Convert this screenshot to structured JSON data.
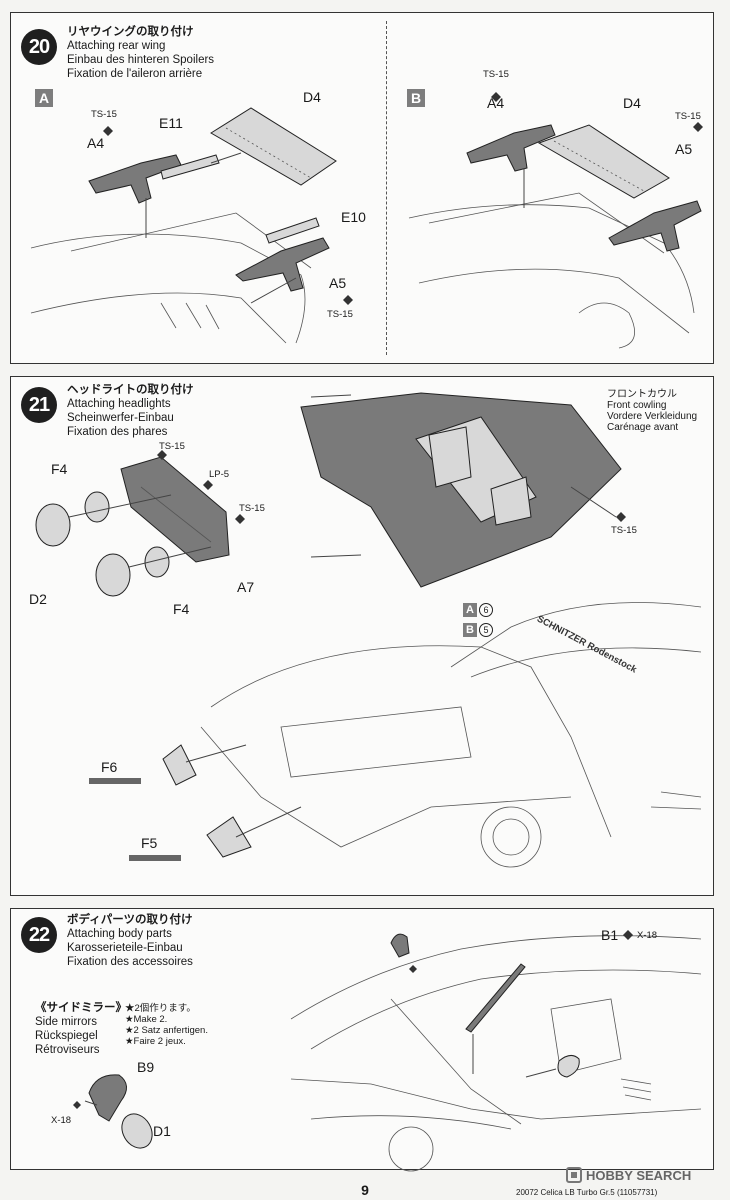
{
  "step20": {
    "number": "20",
    "title_jp": "リヤウイングの取り付け",
    "title_en": "Attaching rear wing",
    "title_de": "Einbau des hinteren Spoilers",
    "title_fr": "Fixation de l'aileron arrière",
    "box_a": "A",
    "box_b": "B",
    "labels_a": {
      "ts15_top": "TS-15",
      "a4": "A4",
      "e11": "E11",
      "d4": "D4",
      "e10": "E10",
      "a5": "A5",
      "ts15_bottom": "TS-15"
    },
    "labels_b": {
      "ts15_top": "TS-15",
      "a4": "A4",
      "d4": "D4",
      "ts15_right": "TS-15",
      "a5": "A5"
    }
  },
  "step21": {
    "number": "21",
    "title_jp": "ヘッドライトの取り付け",
    "title_en": "Attaching headlights",
    "title_de": "Scheinwerfer-Einbau",
    "title_fr": "Fixation des phares",
    "labels": {
      "f4_top": "F4",
      "ts15_a": "TS-15",
      "lp5": "LP-5",
      "ts15_b": "TS-15",
      "d2": "D2",
      "a7": "A7",
      "f4_bottom": "F4",
      "front_cowling_jp": "フロントカウル",
      "front_cowling_en": "Front cowling",
      "front_cowling_de": "Vordere Verkleidung",
      "front_cowling_fr": "Carénage avant",
      "ts15_c": "TS-15",
      "ref_a_box": "A",
      "ref_a_num": "6",
      "ref_b_box": "B",
      "ref_b_num": "5",
      "f6": "F6",
      "f5": "F5",
      "windshield_text": "SCHNITZER Rodenstock"
    }
  },
  "step22": {
    "number": "22",
    "title_jp": "ボディパーツの取り付け",
    "title_en": "Attaching body parts",
    "title_de": "Karosserieteile-Einbau",
    "title_fr": "Fixation des accessoires",
    "mirrors_jp": "《サイドミラー》",
    "mirrors_en": "Side mirrors",
    "mirrors_de": "Rückspiegel",
    "mirrors_fr": "Rétroviseurs",
    "make_jp": "★2個作ります。",
    "make_en": "★Make 2.",
    "make_de": "★2 Satz anfertigen.",
    "make_fr": "★Faire 2 jeux.",
    "b9": "B9",
    "x18_left": "X-18",
    "d1": "D1",
    "b1": "B1",
    "x18_right": "X-18"
  },
  "footer": {
    "page": "9",
    "code": "20072  Celica LB Turbo Gr.5 (11057731)",
    "watermark": "HOBBY SEARCH"
  }
}
